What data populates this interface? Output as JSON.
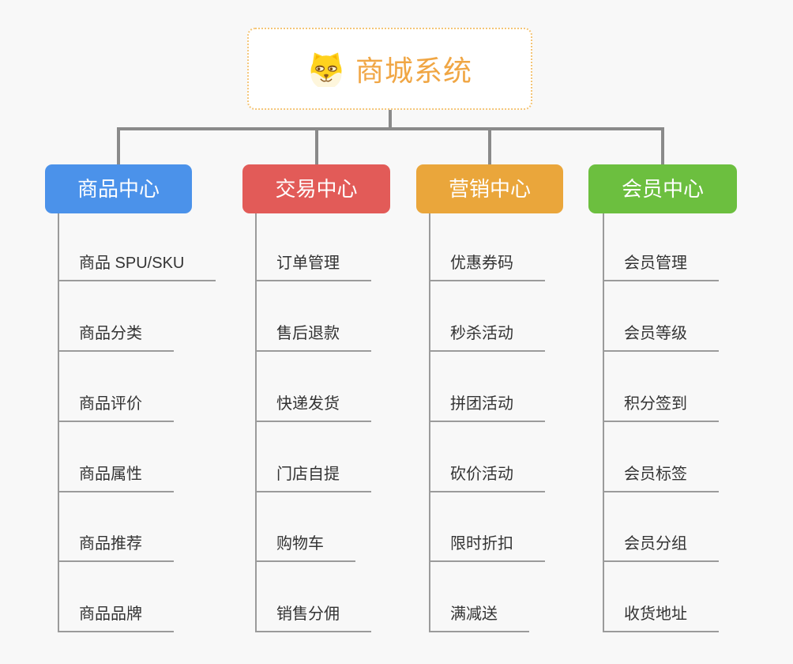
{
  "root": {
    "title": "商城系统",
    "icon": "dog-face-icon"
  },
  "branches": [
    {
      "label": "商品中心",
      "color": "#4B92EA",
      "items": [
        "商品 SPU/SKU",
        "商品分类",
        "商品评价",
        "商品属性",
        "商品推荐",
        "商品品牌"
      ]
    },
    {
      "label": "交易中心",
      "color": "#E25B58",
      "items": [
        "订单管理",
        "售后退款",
        "快递发货",
        "门店自提",
        "购物车",
        "销售分佣"
      ]
    },
    {
      "label": "营销中心",
      "color": "#EAA63B",
      "items": [
        "优惠券码",
        "秒杀活动",
        "拼团活动",
        "砍价活动",
        "限时折扣",
        "满减送"
      ]
    },
    {
      "label": "会员中心",
      "color": "#6CBF3F",
      "items": [
        "会员管理",
        "会员等级",
        "积分签到",
        "会员标签",
        "会员分组",
        "收货地址"
      ]
    }
  ],
  "colors": {
    "background": "#F8F8F8",
    "root_text": "#F0A644",
    "root_border": "#F4C577",
    "connector": "#8A8A8A",
    "leaf_line": "#9B9B9B",
    "leaf_text": "#333333"
  }
}
